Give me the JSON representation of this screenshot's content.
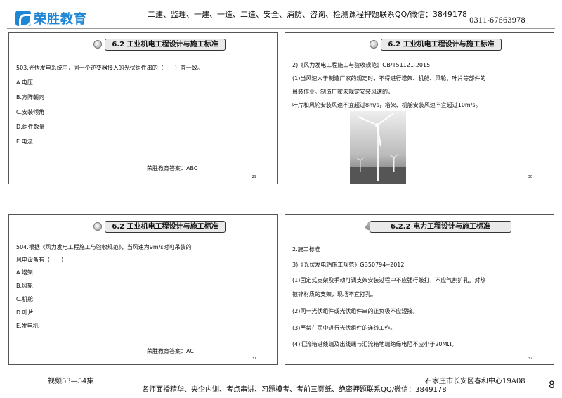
{
  "header": {
    "logo": "荣胜教育",
    "promo": "二建、监理、一建、一造、二造、安全、消防、咨询、检测课程押题联系QQ/微信：3849178",
    "phone": "0311-67663978"
  },
  "slides": [
    {
      "title": "6.2 工业机电工程设计与施工标准",
      "lines": [
        "503.光伏发电系统中，同一个逆变器接入的光伏组件串的（　　）宜一致。",
        "A.电压",
        "B.方阵朝向",
        "C.安装倾角",
        "D.组件数量",
        "E.电流"
      ],
      "answer": "荣胜教育答案：ABC",
      "page": "29"
    },
    {
      "title": "6.2 工业机电工程设计与施工标准",
      "lines": [
        "2)《风力发电工程施工与验收规范》GB/T51121-2015",
        "(1)当风速大于制造厂家的规定时，不得进行塔架、机舱、风轮、叶片等部件的",
        "吊装作业。制造厂家未规定安装风速的，",
        "叶片和风轮安装风速不宜超过8m/s，塔架、机舱安装风速不宜超过10m/s。"
      ],
      "page": "30"
    },
    {
      "title": "6.2 工业机电工程设计与施工标准",
      "lines": [
        "504.根据《风力发电工程施工与验收规范》，当风速为9m/s时可吊装的",
        "风电设备有（　　）",
        "A.塔架",
        "B.风轮",
        "C.机舱",
        "D.叶片",
        "E.发电机"
      ],
      "answer": "荣胜教育答案：AC",
      "page": "31"
    },
    {
      "title": "6.2.2 电力工程设计与施工标准",
      "lines": [
        "2.施工标准",
        "3)《光伏发电站施工规范》GB50794--2012",
        "(1)固定式支架及手动可调支架安装过程中不应强行敲打，不应气割扩孔。对热",
        "镀锌材质的支架，现场不宜打孔。",
        "(2)同一光伏组件或光伏组件串的正负极不应短接。",
        "(3)严禁在雨中进行光伏组件的连线工作。",
        "(4)汇流箱进线端及出线端与汇流箱地端绝缘电阻不应小于20MΩ。"
      ],
      "page": "32"
    }
  ],
  "footer": {
    "left": "视频53—54集",
    "right": "石家庄市长安区春和中心19A08",
    "page": "8",
    "promo": "名师面授精华、央企内训、考点串讲、习题模考、考前三页纸、绝密押题联系QQ/微信：3849178"
  }
}
